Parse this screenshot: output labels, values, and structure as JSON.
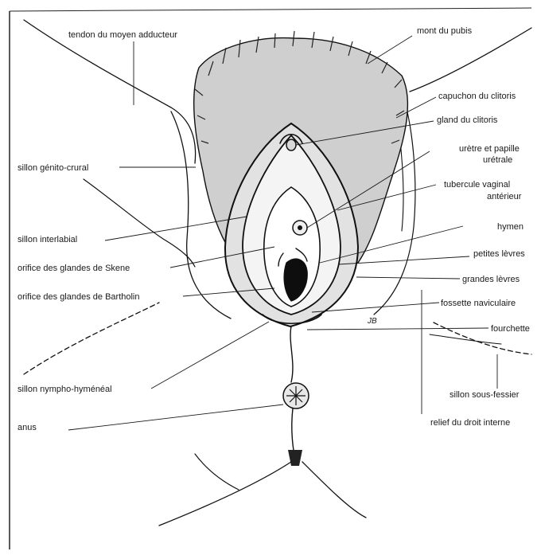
{
  "diagram": {
    "signature": "JB",
    "labels": {
      "tendon_moyen_adducteur": "tendon du moyen adducteur",
      "mont_pubis": "mont du pubis",
      "capuchon_clitoris": "capuchon du clitoris",
      "gland_clitoris": "gland du clitoris",
      "uretre_line1": "urètre et papille",
      "uretre_line2": "urétrale",
      "tubercule_line1": "tubercule vaginal",
      "tubercule_line2": "antérieur",
      "hymen": "hymen",
      "petites_levres": "petites lèvres",
      "grandes_levres": "grandes lèvres",
      "fossette_naviculaire": "fossette naviculaire",
      "fourchette": "fourchette",
      "sillon_sous_fessier": "sillon sous-fessier",
      "relief_droit_interne": "relief du droit interne",
      "sillon_genito_crural": "sillon génito-crural",
      "sillon_interlabial": "sillon interlabial",
      "orifice_skene": "orifice des glandes de Skene",
      "orifice_bartholin": "orifice des glandes de Bartholin",
      "sillon_nympho_hymeneal": "sillon nympho-hyménéal",
      "anus": "anus"
    }
  }
}
